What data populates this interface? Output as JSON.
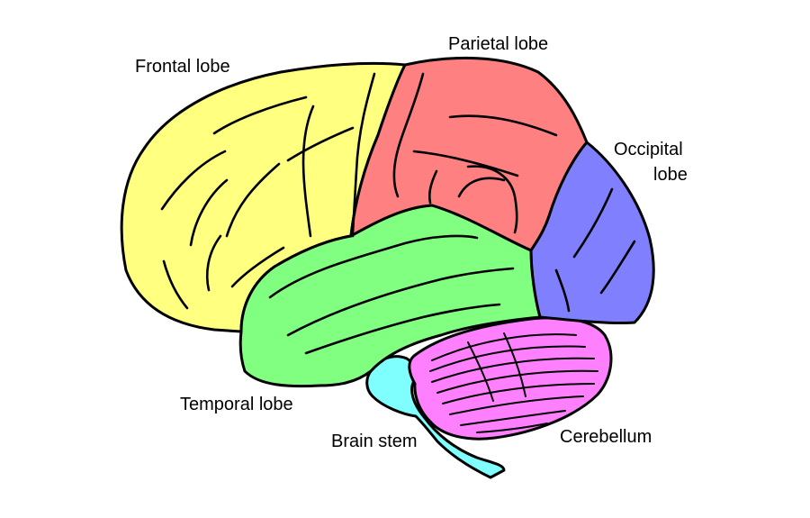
{
  "labels": {
    "frontal": "Frontal lobe",
    "parietal": "Parietal lobe",
    "occipital_line1": "Occipital",
    "occipital_line2": "lobe",
    "temporal": "Temporal lobe",
    "brainstem": "Brain stem",
    "cerebellum": "Cerebellum"
  },
  "colors": {
    "frontal": "#ffff80",
    "parietal": "#ff8080",
    "occipital": "#8080ff",
    "temporal": "#80ff80",
    "cerebellum": "#ff80ff",
    "brainstem": "#80ffff",
    "outline": "#000000"
  }
}
